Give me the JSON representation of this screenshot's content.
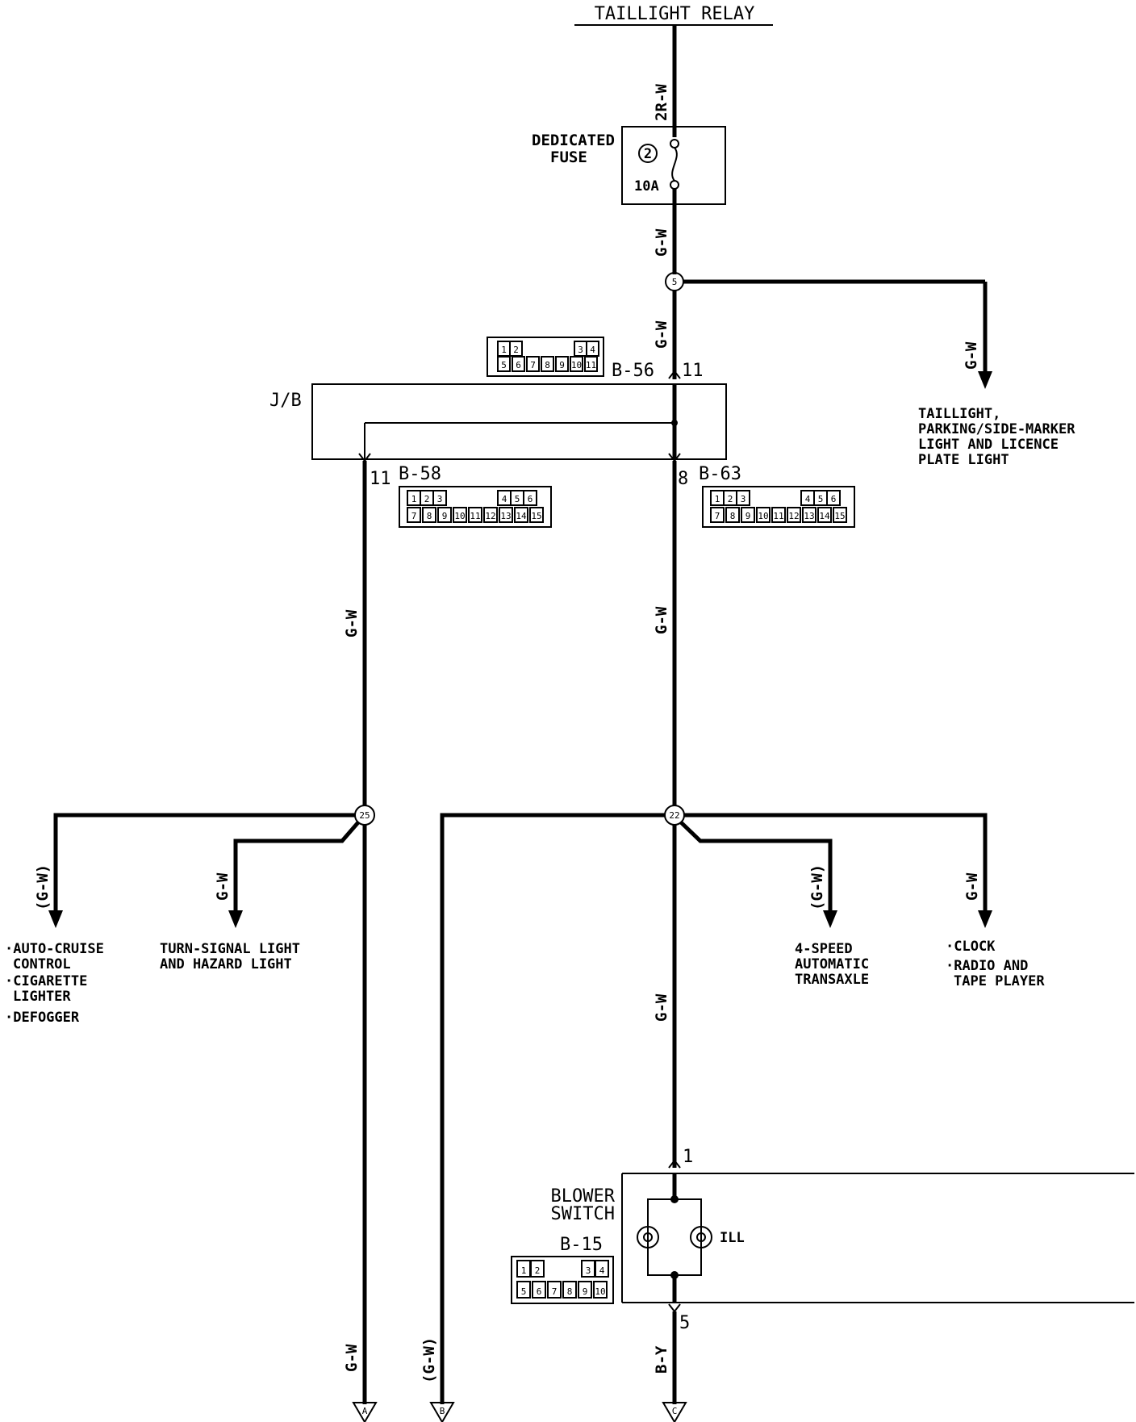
{
  "title": "TAILLIGHT RELAY",
  "fuse": {
    "label1": "DEDICATED",
    "label2": "FUSE",
    "number": "2",
    "rating": "10A"
  },
  "wires": {
    "top": "2R-W",
    "gw1": "G-W",
    "gw2": "G-W",
    "branch_right": "G-W",
    "left_main": "G-W",
    "center_main": "G-W",
    "center_lower": "G-W",
    "auto_cruise": "(G-W)",
    "turn_signal": "G-W",
    "transaxle": "(G-W)",
    "clock": "G-W",
    "output_a": "G-W",
    "output_b": "(G-W)",
    "output_c": "B-Y"
  },
  "splices": {
    "s5": "5",
    "s25": "25",
    "s22": "22"
  },
  "junction_block": {
    "label": "J/B"
  },
  "connectors": {
    "b56": {
      "id": "B-56",
      "pin": "11",
      "row1": [
        "1",
        "2",
        "3",
        "4"
      ],
      "row2": [
        "5",
        "6",
        "7",
        "8",
        "9",
        "10",
        "11"
      ]
    },
    "b58": {
      "id": "B-58",
      "pin": "11",
      "row1": [
        "1",
        "2",
        "3",
        "4",
        "5",
        "6"
      ],
      "row2": [
        "7",
        "8",
        "9",
        "10",
        "11",
        "12",
        "13",
        "14",
        "15"
      ]
    },
    "b63": {
      "id": "B-63",
      "pin": "8",
      "row1": [
        "1",
        "2",
        "3",
        "4",
        "5",
        "6"
      ],
      "row2": [
        "7",
        "8",
        "9",
        "10",
        "11",
        "12",
        "13",
        "14",
        "15"
      ]
    },
    "b15": {
      "id": "B-15",
      "row1": [
        "1",
        "2",
        "3",
        "4"
      ],
      "row2": [
        "5",
        "6",
        "7",
        "8",
        "9",
        "10"
      ]
    }
  },
  "destinations": {
    "taillight": [
      "TAILLIGHT,",
      "PARKING/SIDE-MARKER",
      "LIGHT AND LICENCE",
      "PLATE LIGHT"
    ],
    "auto_cruise": [
      "·AUTO-CRUISE",
      "CONTROL",
      "·CIGARETTE",
      "LIGHTER",
      "·DEFOGGER"
    ],
    "turn_signal": [
      "TURN-SIGNAL LIGHT",
      "AND HAZARD LIGHT"
    ],
    "transaxle": [
      "4-SPEED",
      "AUTOMATIC",
      "TRANSAXLE"
    ],
    "clock": [
      "·CLOCK",
      "·RADIO AND",
      "TAPE PLAYER"
    ]
  },
  "blower": {
    "label1": "BLOWER",
    "label2": "SWITCH",
    "ill": "ILL",
    "pin_in": "1",
    "pin_out": "5"
  },
  "outputs": [
    "A",
    "B",
    "C"
  ]
}
